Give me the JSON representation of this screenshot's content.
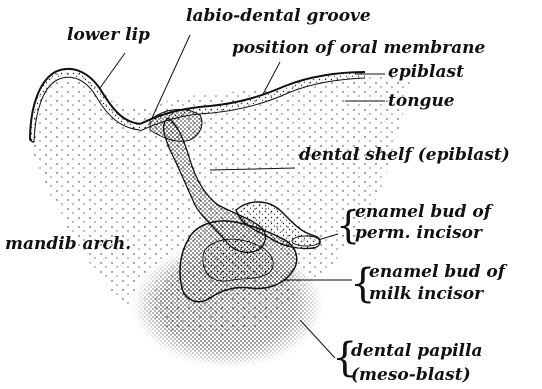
{
  "figure": {
    "labels": {
      "lower_lip": "lower lip",
      "labio_dental_groove": "labio-dental groove",
      "position_of_oral_membrane": "position of oral membrane",
      "epiblast": "epiblast",
      "tongue": "tongue",
      "dental_shelf": "dental shelf (epiblast)",
      "enamel_bud_perm_line1": "enamel bud of",
      "enamel_bud_perm_line2": "perm. incisor",
      "mandib_arch": "mandib arch.",
      "enamel_bud_milk_line1": "enamel bud of",
      "enamel_bud_milk_line2": "milk incisor",
      "dental_papilla_line1": "dental papilla",
      "dental_papilla_line2": "(meso-blast)"
    },
    "colors": {
      "ink": "#111111",
      "paper": "#ffffff"
    }
  }
}
